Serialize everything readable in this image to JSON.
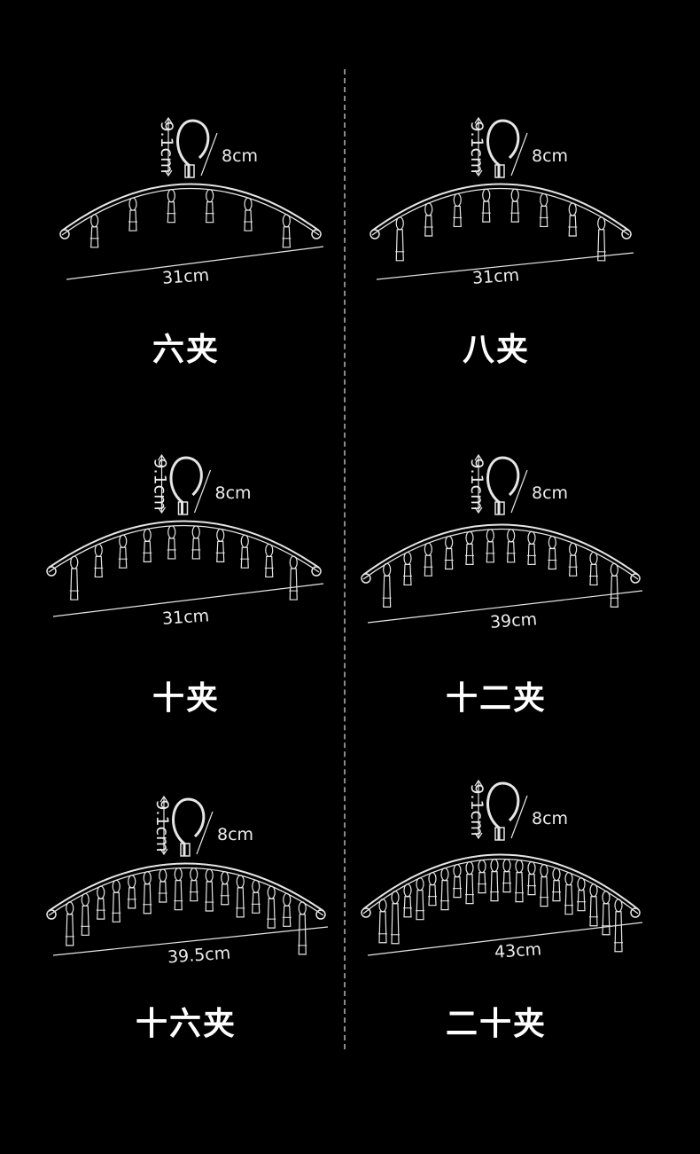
{
  "colors": {
    "background": "#000000",
    "line": "#e6e6e6",
    "divider": "#8a8a8a",
    "text": "#ffffff"
  },
  "products": [
    {
      "title": "六夹",
      "clips": 6,
      "height_label": "9.1cm",
      "hook_label": "8cm",
      "width_label": "31cm"
    },
    {
      "title": "八夹",
      "clips": 8,
      "height_label": "9.1cm",
      "hook_label": "8cm",
      "width_label": "31cm"
    },
    {
      "title": "十夹",
      "clips": 10,
      "height_label": "9.1cm",
      "hook_label": "8cm",
      "width_label": "31cm"
    },
    {
      "title": "十二夹",
      "clips": 12,
      "height_label": "9.1cm",
      "hook_label": "8cm",
      "width_label": "39cm"
    },
    {
      "title": "十六夹",
      "clips": 16,
      "height_label": "9.1cm",
      "hook_label": "8cm",
      "width_label": "39.5cm"
    },
    {
      "title": "二十夹",
      "clips": 20,
      "height_label": "9.1cm",
      "hook_label": "8cm",
      "width_label": "43cm"
    }
  ]
}
